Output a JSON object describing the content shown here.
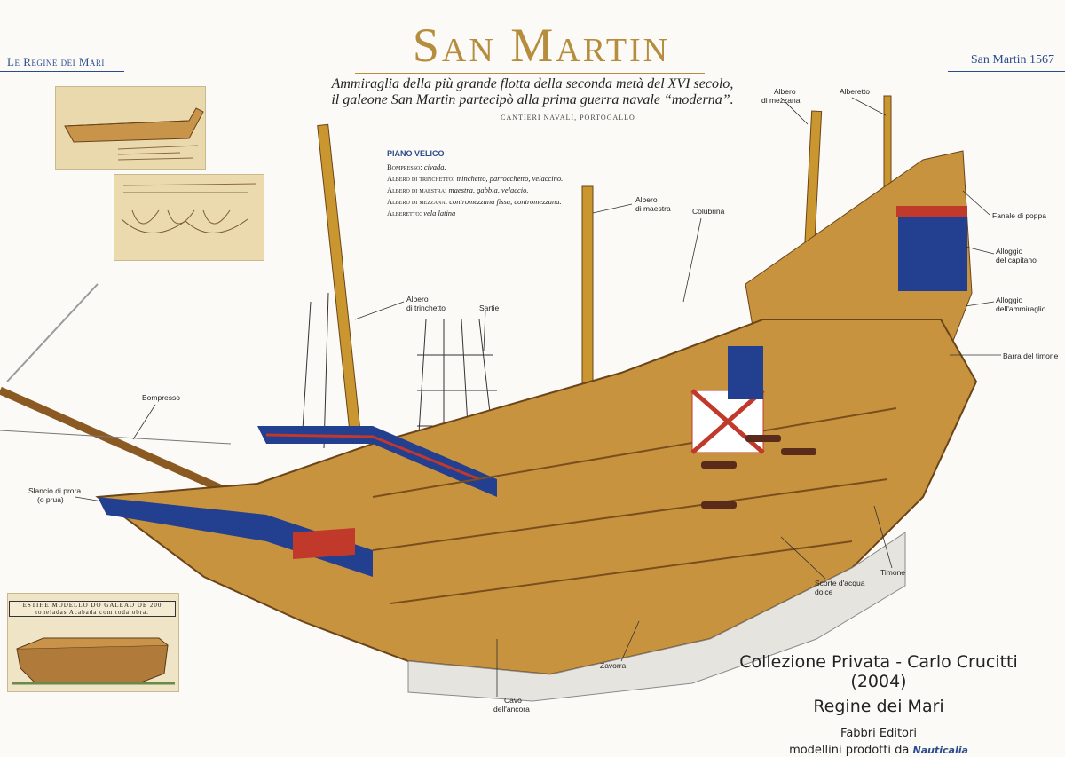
{
  "header": {
    "series_label": "Le Regine dei Mari",
    "ship_label": "San Martin 1567",
    "title": "San Martin",
    "subtitle_line1": "Ammiraglia della più grande flotta della seconda metà del XVI secolo,",
    "subtitle_line2": "il galeone San Martin partecipò alla prima guerra navale “moderna”.",
    "shipyard": "CANTIERI NAVALI, PORTOGALLO"
  },
  "sail_plan": {
    "heading": "PIANO VELICO",
    "rows": [
      {
        "key": "Bompresso:",
        "value": "civada."
      },
      {
        "key": "Albero di trinchetto:",
        "value": "trinchetto, parrocchetto, velaccino."
      },
      {
        "key": "Albero di maestra:",
        "value": "maestra, gabbia, velaccio."
      },
      {
        "key": "Albero di mezzana:",
        "value": "contromezzana fissa, contromezzana."
      },
      {
        "key": "Alberetto:",
        "value": "vela latina"
      }
    ]
  },
  "callouts": {
    "bompresso": "Bompresso",
    "slancio_1": "Slancio di prora",
    "slancio_2": "(o prua)",
    "trinchetto_1": "Albero",
    "trinchetto_2": "di trinchetto",
    "sartie": "Sartie",
    "maestra_1": "Albero",
    "maestra_2": "di maestra",
    "colubrina": "Colubrina",
    "mezzana_1": "Albero",
    "mezzana_2": "di mezzana",
    "alberetto": "Alberetto",
    "fanale": "Fanale di poppa",
    "alloggio_cap_1": "Alloggio",
    "alloggio_cap_2": "del capitano",
    "alloggio_amm_1": "Alloggio",
    "alloggio_amm_2": "dell'ammiraglio",
    "barra": "Barra del timone",
    "timone": "Timone",
    "scorte_1": "Scorte d'acqua",
    "scorte_2": "dolce",
    "zavorra": "Zavorra",
    "cavo_1": "Cavo",
    "cavo_2": "dell'ancora"
  },
  "old_model_caption": "ESTIHE MODELLO DO GALEAO DE 200 toneladas Acabada com toda obra.",
  "credits": {
    "line1": "Collezione Privata - Carlo Crucitti (2004)",
    "line2": "Regine dei Mari",
    "line3": "Fabbri Editori",
    "line4": "modellini prodotti da",
    "brand": "Nauticalia"
  },
  "colors": {
    "title_gold": "#b58d3d",
    "accent_blue": "#2b4c8c",
    "hull_wood": "#c8933f",
    "hull_dark": "#7a4f1d",
    "stripe_blue": "#233f8f",
    "stripe_red": "#c0392b"
  }
}
